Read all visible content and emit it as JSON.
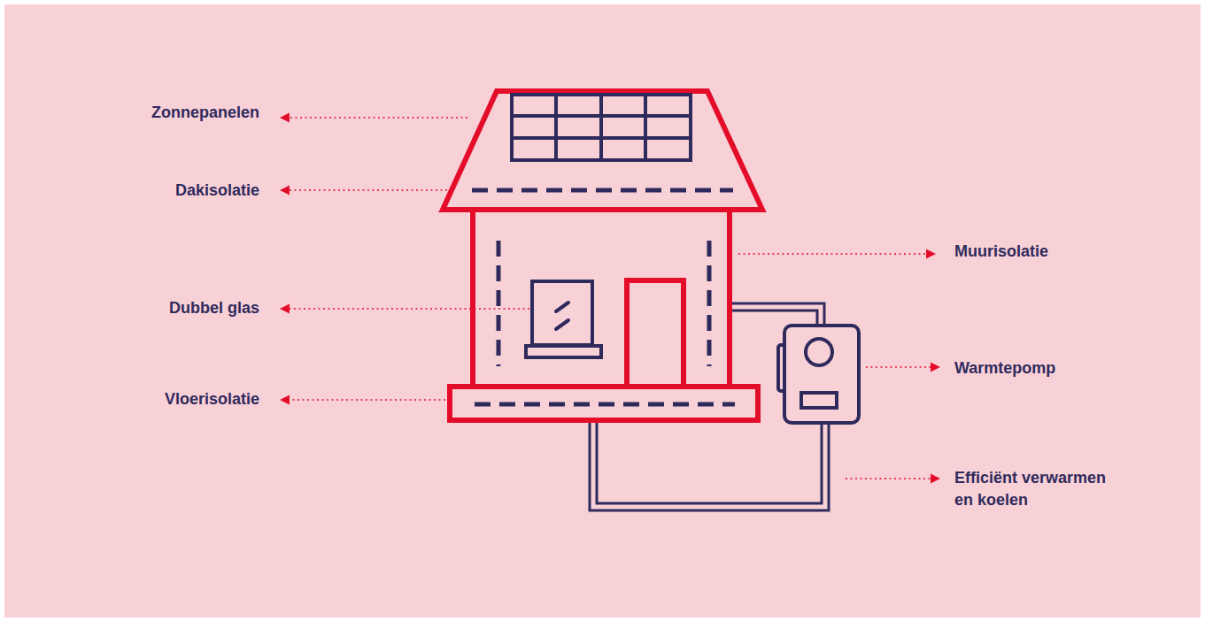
{
  "diagram": {
    "labels": [
      "Zonnepanelen",
      "Dakisolatie",
      "Muurisolatie",
      "Dubbel glas",
      "Warmtepomp",
      "Vloerisolatie",
      "Efficiënt verwarmen en koelen"
    ]
  }
}
